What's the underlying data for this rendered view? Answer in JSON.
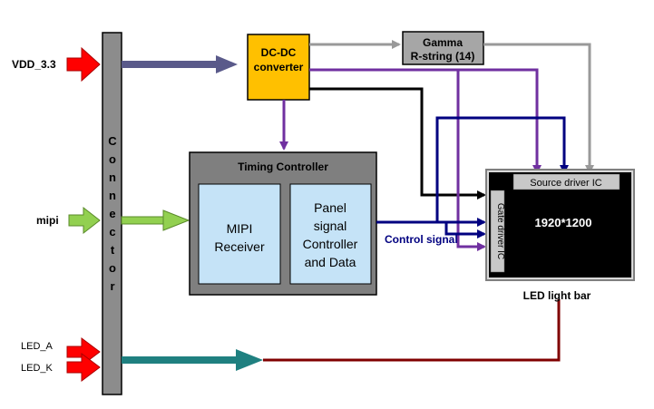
{
  "inputs": {
    "vdd": "VDD_3.3",
    "mipi": "mipi",
    "led_a": "LED_A",
    "led_k": "LED_K"
  },
  "connector": {
    "letters": [
      "C",
      "o",
      "n",
      "n",
      "e",
      "c",
      "t",
      "o",
      "r"
    ]
  },
  "dcdc": {
    "line1": "DC-DC",
    "line2": "converter"
  },
  "gamma": {
    "line1": "Gamma",
    "line2": "R-string (14)"
  },
  "timing_controller": {
    "title": "Timing Controller",
    "mipi_receiver": [
      "MIPI",
      "Receiver"
    ],
    "panel_signal": [
      "Panel",
      "signal",
      "Controller",
      "and Data"
    ]
  },
  "panel": {
    "source_driver": "Source driver IC",
    "gate_driver": "Gate driver IC",
    "resolution": "1920*1200",
    "led_light_bar": "LED light bar"
  },
  "labels": {
    "control_signal": "Control signal"
  },
  "colors": {
    "connector": "#8c8c8c",
    "dcdc": "#ffc000",
    "gamma": "#a6a6a6",
    "timing_box": "#7f7f7f",
    "inner_box": "#c5e3f7",
    "panel": "#000000",
    "red_arrow": "#ff0000",
    "green_arrow": "#92d050",
    "teal_arrow": "#1f8080",
    "purple_line": "#7030a0",
    "navy_line": "#000080",
    "grey_line": "#999999",
    "darkred_line": "#800000",
    "slate_arrow": "#5a5a8a"
  }
}
